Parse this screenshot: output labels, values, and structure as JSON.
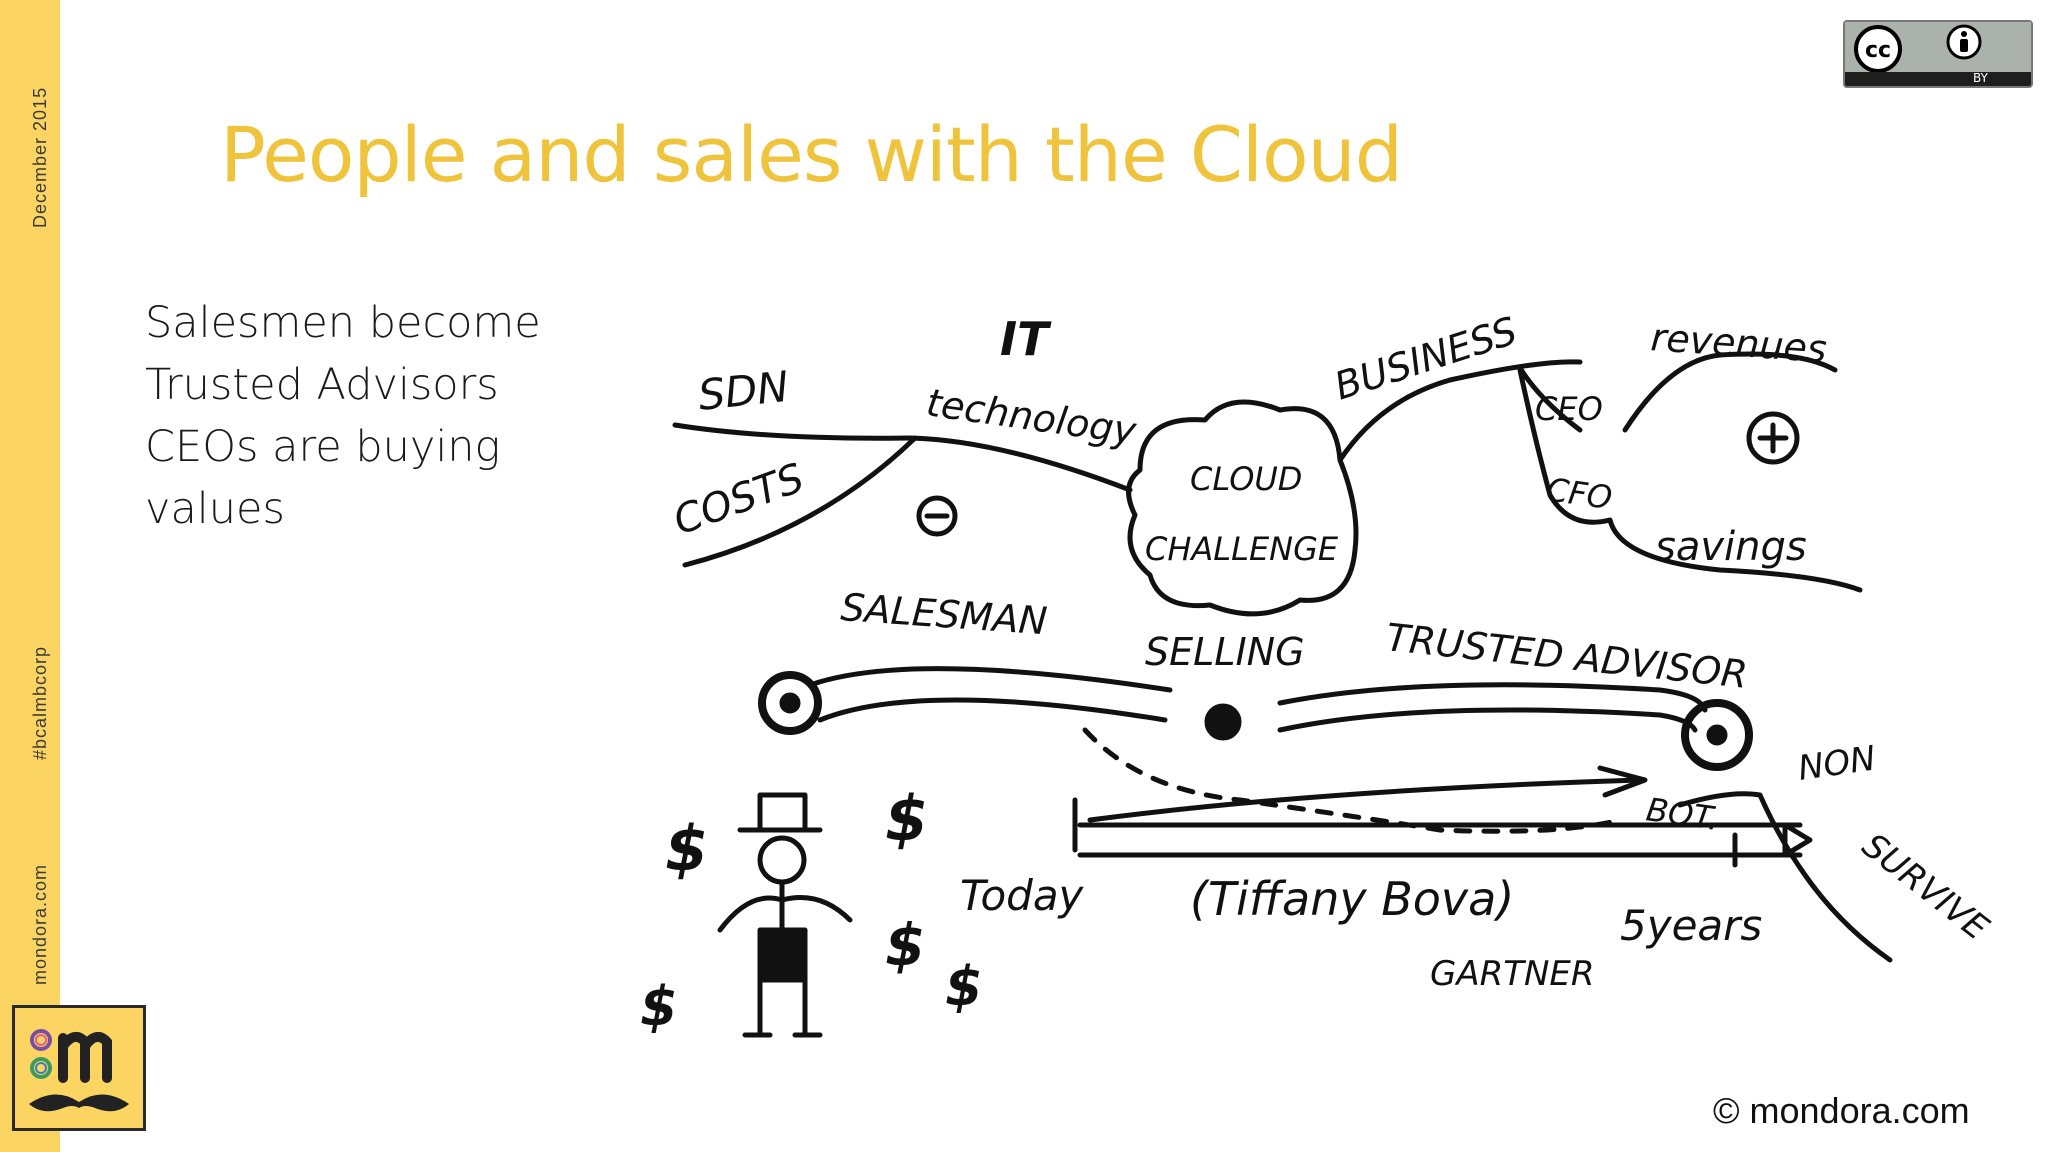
{
  "sidebar": {
    "date": "December 2015",
    "hashtag": "#bcalmbcorp",
    "site": "mondora.com"
  },
  "slide": {
    "title": "People and sales with the Cloud",
    "bullets": [
      "Salesmen become",
      "Trusted Advisors",
      "CEOs are buying",
      "values"
    ]
  },
  "license": {
    "cc_label": "cc",
    "by_label": "BY"
  },
  "footer": {
    "copyright": "© mondora.com"
  },
  "sketch": {
    "labels": {
      "it": "IT",
      "technology": "technology",
      "sdn": "SDN",
      "costs": "COSTS",
      "minus": "−",
      "business": "BUSINESS",
      "revenues": "revenues",
      "ceo": "CEO",
      "cfo": "CFO",
      "plus": "+",
      "savings": "savings",
      "cloud": "CLOUD",
      "challenge": "CHALLENGE",
      "salesman": "SALESMAN",
      "selling": "SELLING",
      "trusted_advisor": "TRUSTED ADVISOR",
      "non": "NON",
      "bot": "BOT.",
      "survive": "SURVIVE",
      "today": "Today",
      "tiffany": "(Tiffany Bova)",
      "gartner": "GARTNER",
      "years": "5years",
      "dollar": "$"
    }
  }
}
